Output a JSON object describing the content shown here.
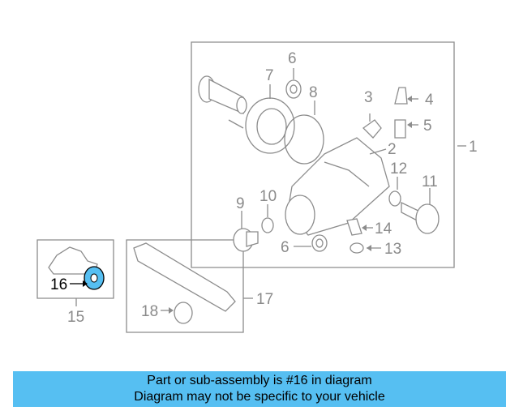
{
  "diagram": {
    "callouts": [
      "1",
      "2",
      "3",
      "4",
      "5",
      "6",
      "7",
      "8",
      "9",
      "10",
      "11",
      "12",
      "13",
      "14",
      "15",
      "16",
      "17",
      "18"
    ],
    "highlighted_part": "16",
    "highlight_color": "#56bff2",
    "line_color": "#8c8c8c"
  },
  "banner": {
    "line1": "Part or sub-assembly is #16 in diagram",
    "line2": "Diagram may not be specific to your vehicle",
    "background": "#56bff2"
  }
}
